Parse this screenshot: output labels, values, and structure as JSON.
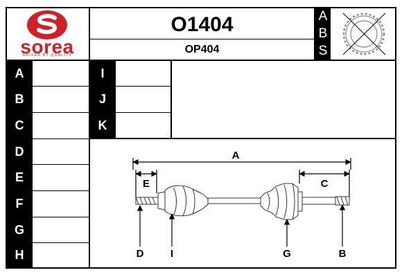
{
  "brand": {
    "name": "sorea",
    "tagline": "DRIVEN BY QUALITY",
    "color": "#d21f26"
  },
  "product": {
    "code": "O1404",
    "reference": "OP404"
  },
  "abs_letters": [
    "A",
    "B",
    "S"
  ],
  "left_labels": [
    "A",
    "B",
    "C",
    "D",
    "E",
    "F",
    "G",
    "H"
  ],
  "middle_labels": [
    "I",
    "J",
    "K"
  ],
  "diagram": {
    "dimensions": [
      "A",
      "E",
      "C"
    ],
    "parts": [
      "D",
      "I",
      "G",
      "B"
    ]
  }
}
